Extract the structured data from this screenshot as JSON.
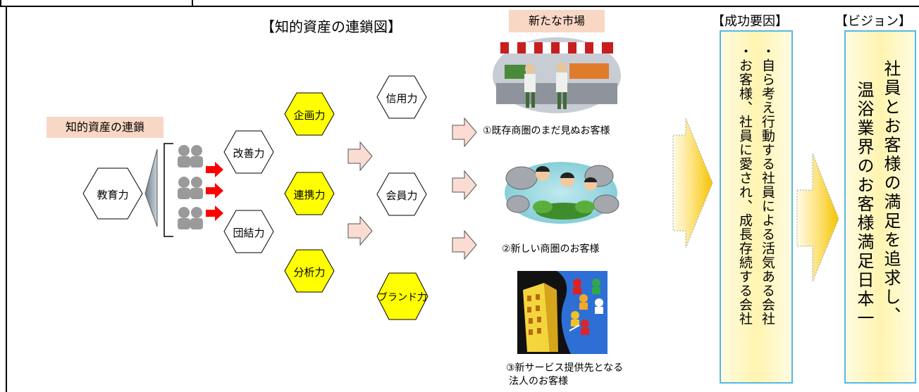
{
  "diagram": {
    "chain_title": "【知的資産の連鎖図】",
    "left_label": "知的資産の連鎖",
    "root_node": "教育力",
    "level2_nodes": [
      "改善力",
      "団結力"
    ],
    "level3_nodes": [
      "企画力",
      "連携力",
      "分析力"
    ],
    "level4_nodes": [
      "信用力",
      "会員力",
      "ブランド力"
    ]
  },
  "markets": {
    "header": "新たな市場",
    "items": [
      {
        "caption": "①既存商圏のまだ見ぬお客様"
      },
      {
        "caption": "②新しい商圏のお客様"
      },
      {
        "caption": "③新サービス提供先となる",
        "caption2": "法人のお客様"
      }
    ]
  },
  "success": {
    "header": "【成功要因】",
    "line1": "・自ら考え行動する社員による活気ある会社",
    "line2": "・お客様、社員に愛され、成長存続する会社"
  },
  "vision": {
    "header": "【ビジョン】",
    "line1": "社員とお客様の満足を追求し、",
    "line2": "温浴業界のお客様満足日本一"
  },
  "colors": {
    "hex_yellow": "#ffff00",
    "hex_white": "#ffffff",
    "peach": "#f9d7c5",
    "arrow_pink": "#fadcd2",
    "red_arrow": "#ff0000",
    "box_border": "#56b8e6",
    "big_arrow": "#f5c400"
  }
}
